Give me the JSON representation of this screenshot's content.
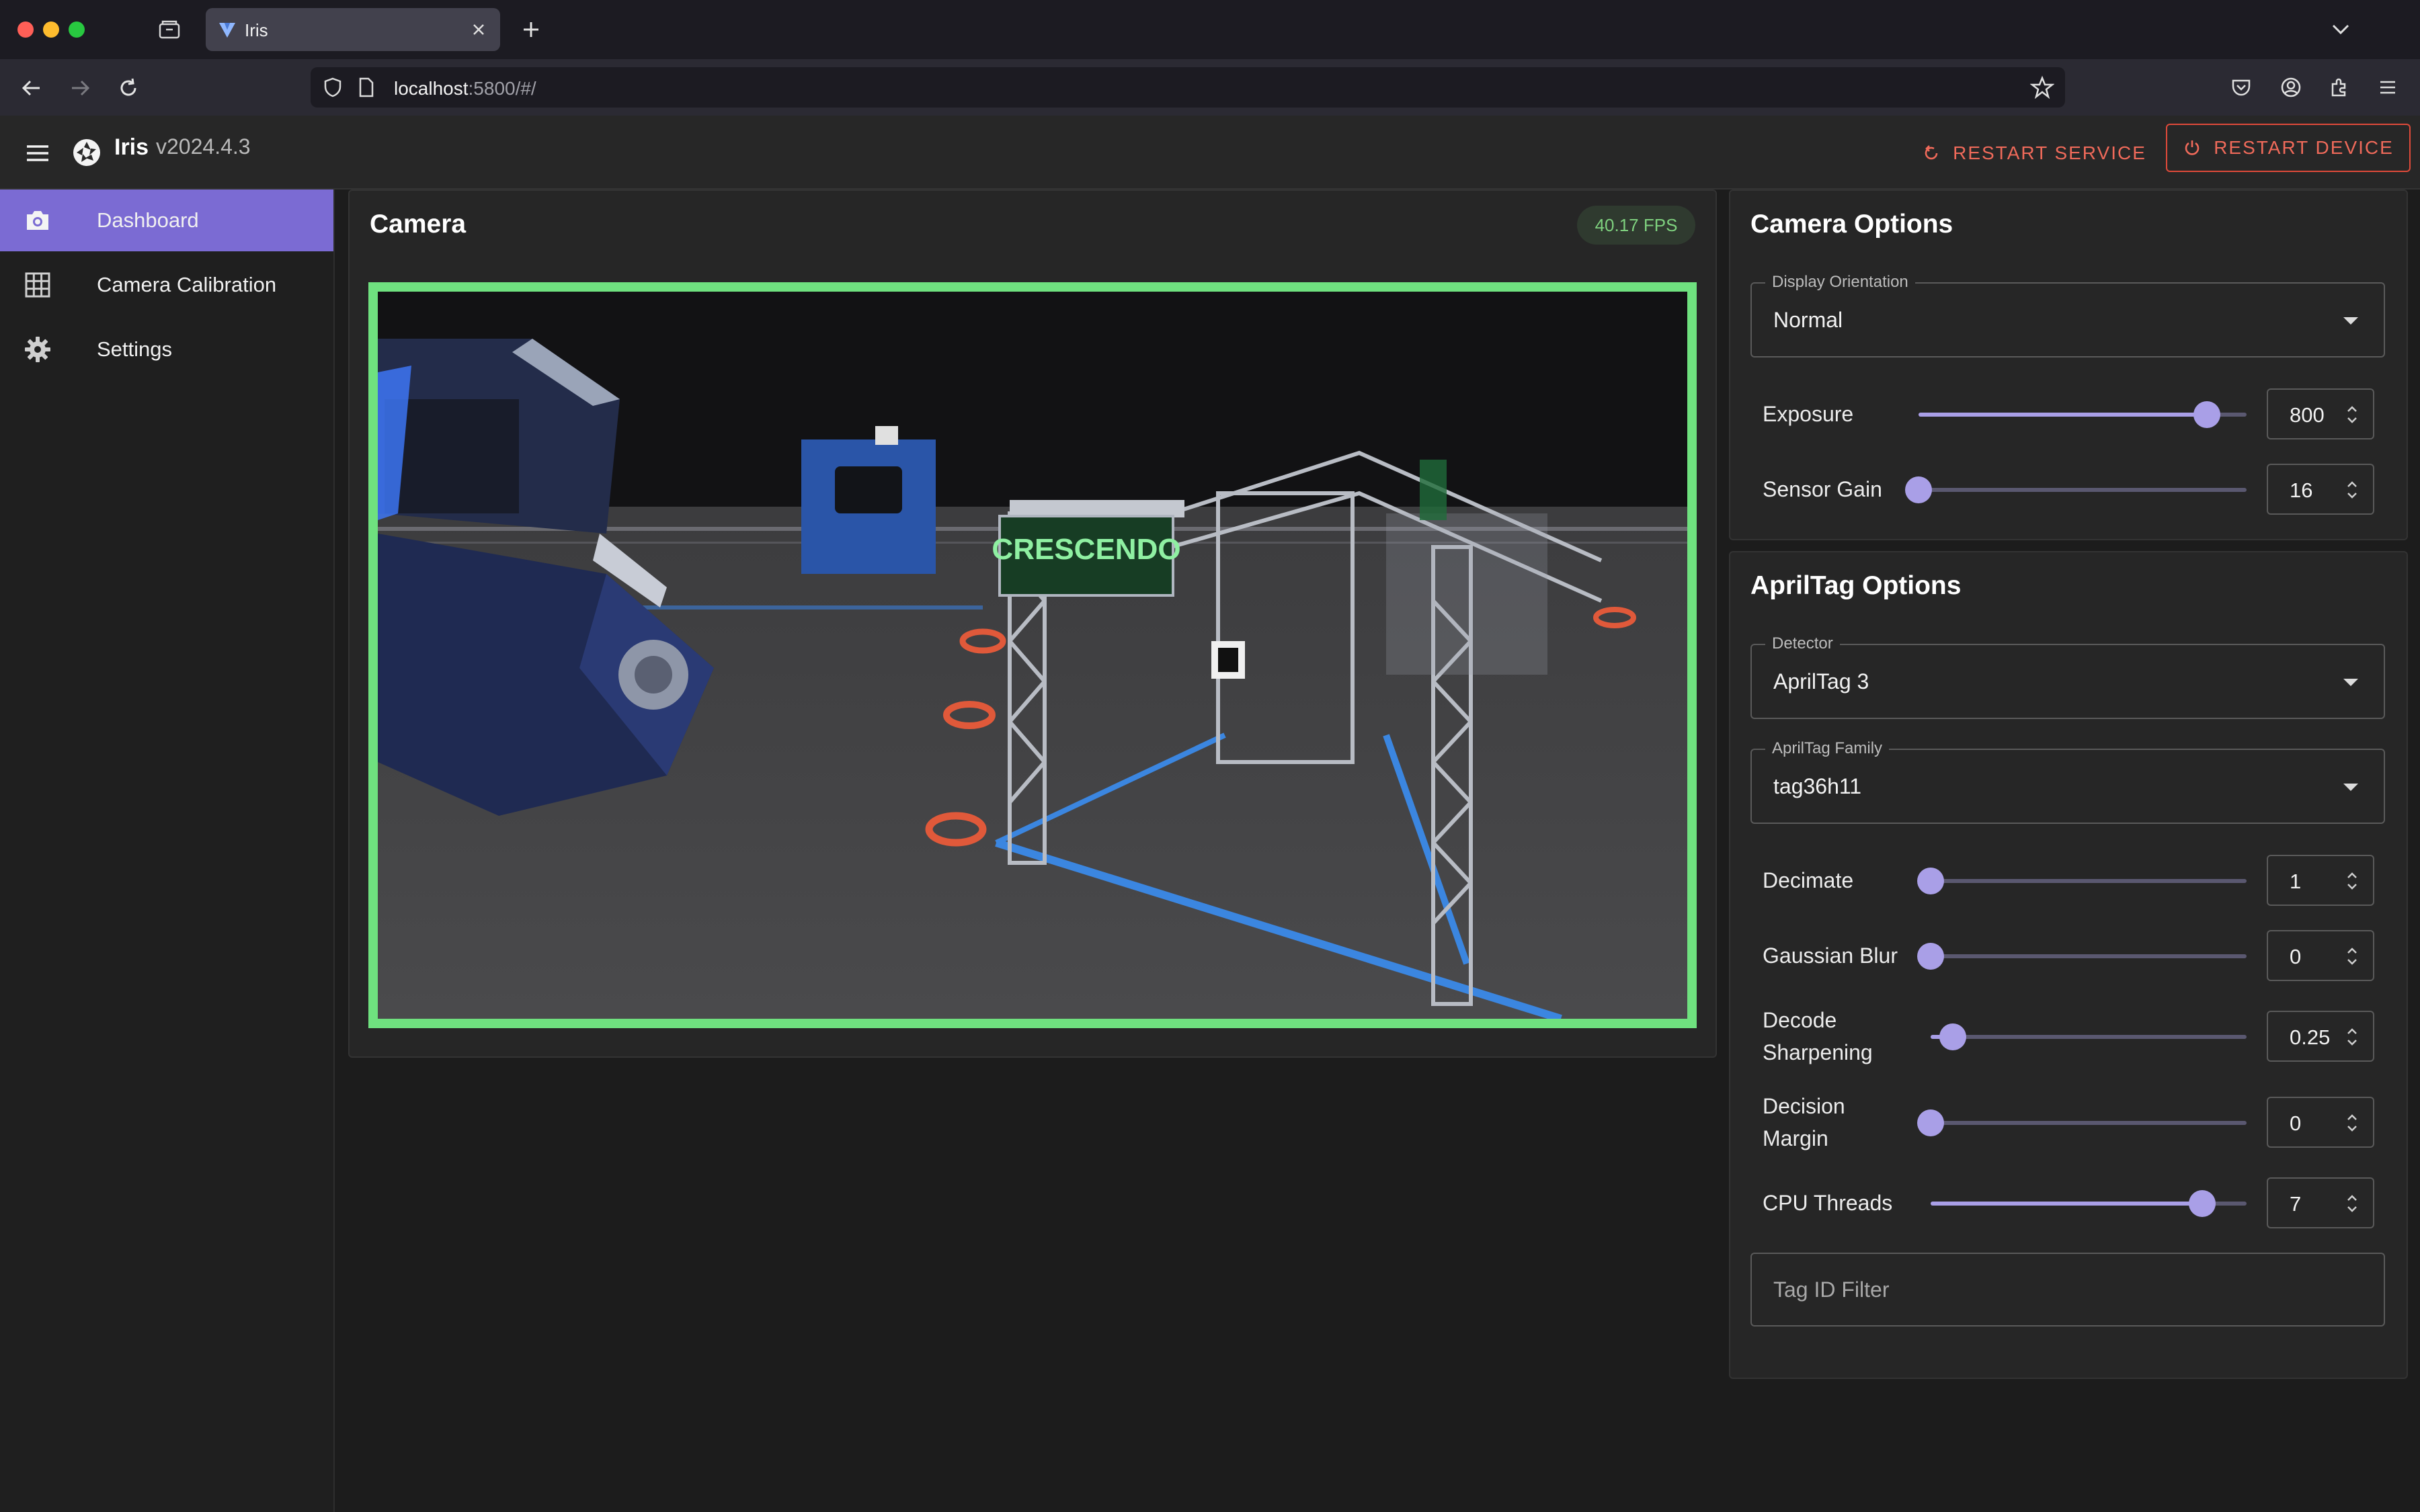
{
  "browser": {
    "tab_title": "Iris",
    "url_host": "localhost",
    "url_rest": ":5800/#/"
  },
  "app": {
    "title": "Iris",
    "version": "v2024.4.3",
    "restart_service_label": "RESTART SERVICE",
    "restart_device_label": "RESTART DEVICE"
  },
  "sidebar": {
    "items": [
      {
        "label": "Dashboard",
        "icon": "camera-icon",
        "active": true
      },
      {
        "label": "Camera Calibration",
        "icon": "grid-icon",
        "active": false
      },
      {
        "label": "Settings",
        "icon": "gear-icon",
        "active": false
      }
    ]
  },
  "camera": {
    "title": "Camera",
    "fps": "40.17 FPS",
    "sign_text": "CRESCENDO"
  },
  "camera_options": {
    "title": "Camera Options",
    "display_orientation": {
      "label": "Display Orientation",
      "value": "Normal"
    },
    "exposure": {
      "label": "Exposure",
      "value": "800",
      "fraction": 0.88
    },
    "sensor_gain": {
      "label": "Sensor Gain",
      "value": "16",
      "fraction": 0.0
    }
  },
  "apriltag_options": {
    "title": "AprilTag Options",
    "detector": {
      "label": "Detector",
      "value": "AprilTag 3"
    },
    "family": {
      "label": "AprilTag Family",
      "value": "tag36h11"
    },
    "decimate": {
      "label": "Decimate",
      "value": "1",
      "fraction": 0.0
    },
    "gaussian_blur": {
      "label": "Gaussian Blur",
      "value": "0",
      "fraction": 0.0
    },
    "decode_sharpening": {
      "label_line1": "Decode",
      "label_line2": "Sharpening",
      "value": "0.25",
      "fraction": 0.07
    },
    "decision_margin": {
      "label_line1": "Decision",
      "label_line2": "Margin",
      "value": "0",
      "fraction": 0.0
    },
    "cpu_threads": {
      "label": "CPU Threads",
      "value": "7",
      "fraction": 0.86
    },
    "tag_id_filter": {
      "placeholder": "Tag ID Filter"
    }
  },
  "colors": {
    "accent": "#7b6bd3",
    "slider": "#a99fe7",
    "danger": "#ef6a5a",
    "frame_border": "#6fe17f",
    "fps_text": "#7ed07e"
  }
}
